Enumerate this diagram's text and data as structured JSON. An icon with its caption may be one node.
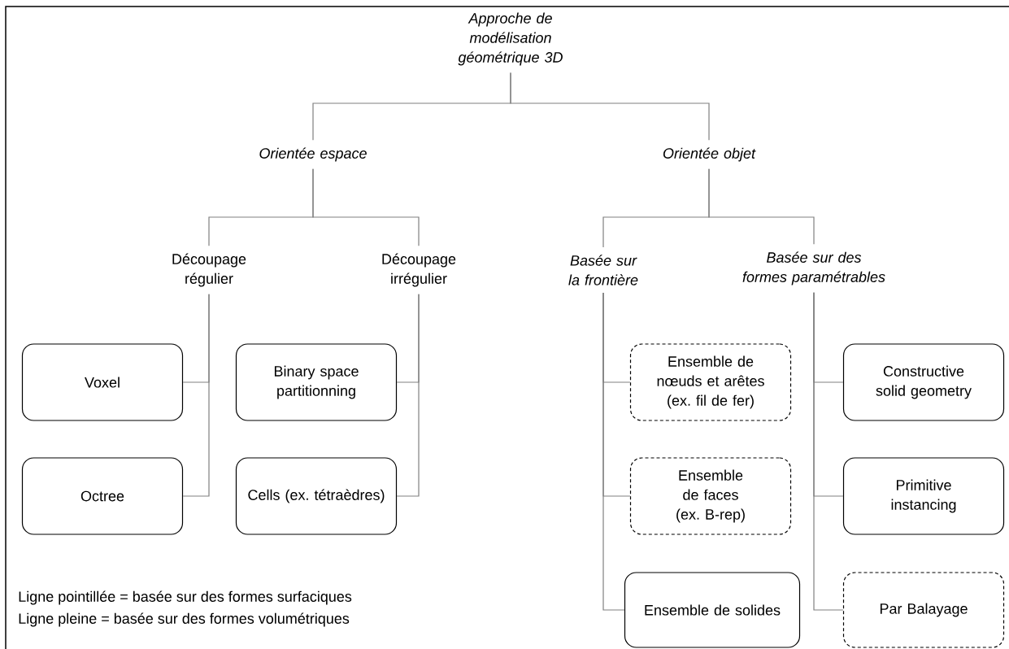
{
  "diagram": {
    "nodes": [
      {
        "text": [
          "Approche de modélisation géométrique 3D"
        ]
      },
      {
        "text": [
          "Orientée espace"
        ]
      },
      {
        "text": [
          "Orientée objet"
        ]
      },
      {
        "text": [
          "Découpage régulier"
        ]
      },
      {
        "text": [
          "Découpage irrégulier"
        ]
      },
      {
        "text": [
          "Basée sur la frontière"
        ]
      },
      {
        "text": [
          "Basée sur des formes paramétrables"
        ]
      },
      {
        "text": [
          "Voxel"
        ]
      },
      {
        "text": [
          "Binary space partitionning"
        ]
      },
      {
        "text": [
          "Ensemble de nœuds et arêtes (ex. fil de fer)"
        ]
      },
      {
        "text": [
          "Constructive solid geometry"
        ]
      },
      {
        "text": [
          "Octree"
        ]
      },
      {
        "text": [
          "Cells (ex. tétraèdres)"
        ]
      },
      {
        "text": [
          "Ensemble de faces (ex. B-rep)"
        ]
      },
      {
        "text": [
          "Primitive instancing"
        ]
      },
      {
        "text": [
          "Ensemble de solides"
        ]
      },
      {
        "text": [
          "Par Balayage"
        ]
      }
    ],
    "edges": [
      {
        "from": 0,
        "to": 1,
        "arrow": "none"
      },
      {
        "from": 0,
        "to": 2,
        "arrow": "none"
      },
      {
        "from": 1,
        "to": 3,
        "arrow": "none"
      },
      {
        "from": 1,
        "to": 4,
        "arrow": "none"
      },
      {
        "from": 2,
        "to": 5,
        "arrow": "none"
      },
      {
        "from": 2,
        "to": 6,
        "arrow": "none"
      },
      {
        "from": 3,
        "to": 7,
        "arrow": "none"
      },
      {
        "from": 3,
        "to": 11,
        "arrow": "none"
      },
      {
        "from": 4,
        "to": 8,
        "arrow": "none"
      },
      {
        "from": 4,
        "to": 12,
        "arrow": "none"
      },
      {
        "from": 5,
        "to": 9,
        "arrow": "none"
      },
      {
        "from": 5,
        "to": 13,
        "arrow": "none"
      },
      {
        "from": 5,
        "to": 15,
        "arrow": "none"
      },
      {
        "from": 6,
        "to": 10,
        "arrow": "none"
      },
      {
        "from": 6,
        "to": 14,
        "arrow": "none"
      },
      {
        "from": 6,
        "to": 16,
        "arrow": "none"
      }
    ],
    "labels": [
      "Ligne pointillée = basée sur des formes surfaciques",
      "Ligne pleine = basée sur des formes volumétriques"
    ]
  }
}
